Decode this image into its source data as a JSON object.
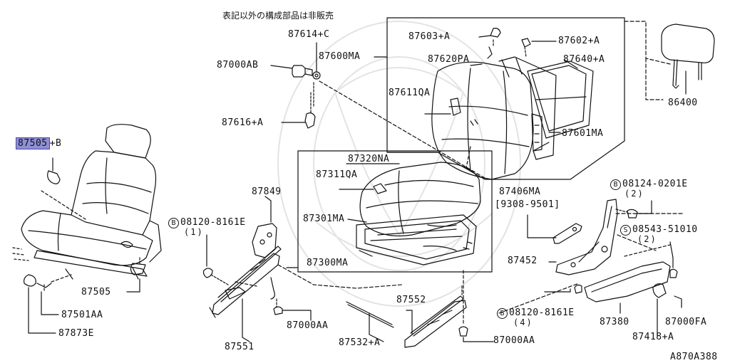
{
  "diagram": {
    "note": "表記以外の構成部品は非販売",
    "figure_code": "A870A388",
    "highlight_color": "#8f8fd6",
    "parts": {
      "p87505": "87505",
      "p87505_suffix": "+B",
      "p87505b": "87505",
      "p87501AA": "87501AA",
      "p87873E": "87873E",
      "p87614C": "87614+C",
      "p87000AB": "87000AB",
      "p87600MA": "87600MA",
      "p87616A": "87616+A",
      "p87603A": "87603+A",
      "p87602A": "87602+A",
      "p87620PA": "87620PA",
      "p87640A": "87640+A",
      "p87611QA": "87611QA",
      "p87601MA": "87601MA",
      "p86400": "86400",
      "p87320NA": "87320NA",
      "p87311QA": "87311QA",
      "p87301MA": "87301MA",
      "p87300MA": "87300MA",
      "p87849": "87849",
      "p08120a": "08120-8161E",
      "p08120a_qty": "(1)",
      "p87406MA": "87406MA",
      "p87406MA_range": "[9308-9501]",
      "p08124": "08124-0201E",
      "p08124_qty": "(2)",
      "p08543": "08543-51010",
      "p08543_qty": "(2)",
      "p87452": "87452",
      "p87552": "87552",
      "p08120b": "08120-8161E",
      "p08120b_qty": "(4)",
      "p87380": "87380",
      "p87000FA": "87000FA",
      "p87418A": "87418+A",
      "p87000AAa": "87000AA",
      "p87551": "87551",
      "p87532A": "87532+A",
      "p87000AAb": "87000AA"
    },
    "markers": {
      "bolt_b": "B",
      "screw_s": "S"
    }
  }
}
